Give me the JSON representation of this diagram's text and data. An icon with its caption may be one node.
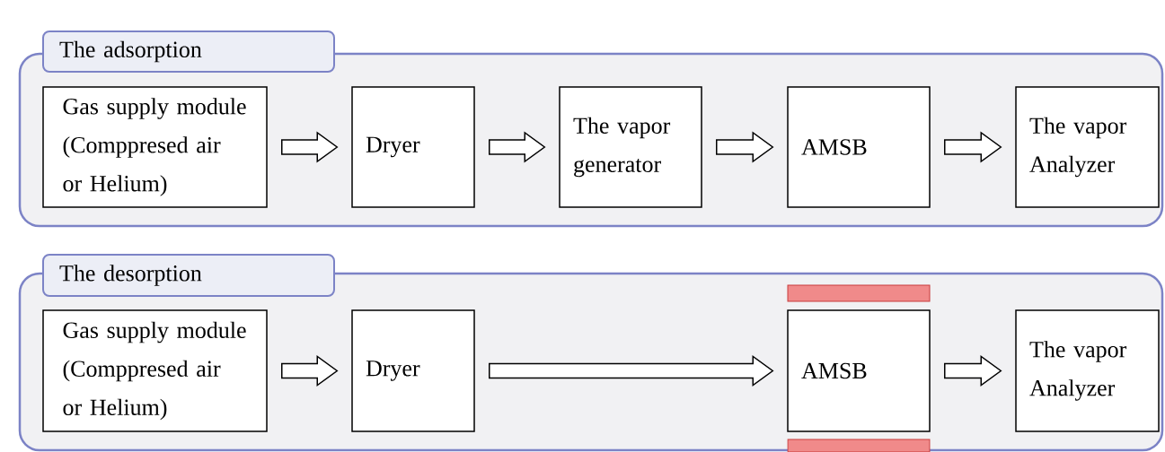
{
  "diagram": {
    "nodes": [
      {
        "text": [
          "The adsorption"
        ]
      },
      {
        "text": [
          "Gas supply module (Comppresed air or Helium)"
        ],
        "in": 0
      },
      {
        "text": [
          "Dryer"
        ],
        "in": 0
      },
      {
        "text": [
          "The vapor generator"
        ],
        "in": 0
      },
      {
        "text": [
          "AMSB"
        ],
        "in": 0
      },
      {
        "text": [
          "The vapor Analyzer"
        ],
        "in": 0
      },
      {
        "text": [
          "The desorption"
        ]
      },
      {
        "text": [
          "Gas supply module (Comppresed air or Helium)"
        ],
        "in": 6
      },
      {
        "text": [
          "Dryer"
        ],
        "in": 6
      },
      {
        "text": [
          "AMSB"
        ],
        "in": 6
      },
      {
        "text": [
          "The vapor Analyzer"
        ],
        "in": 6
      },
      {
        "text": [],
        "shape": "bar",
        "in": 6
      },
      {
        "text": [],
        "shape": "bar",
        "in": 6
      }
    ],
    "edges": [
      {
        "from": 1,
        "to": 2,
        "arrow": "to"
      },
      {
        "from": 2,
        "to": 3,
        "arrow": "to"
      },
      {
        "from": 3,
        "to": 4,
        "arrow": "to"
      },
      {
        "from": 4,
        "to": 5,
        "arrow": "to"
      },
      {
        "from": 7,
        "to": 8,
        "arrow": "to"
      },
      {
        "from": 8,
        "to": 9,
        "arrow": "to"
      },
      {
        "from": 9,
        "to": 10,
        "arrow": "to"
      }
    ]
  }
}
